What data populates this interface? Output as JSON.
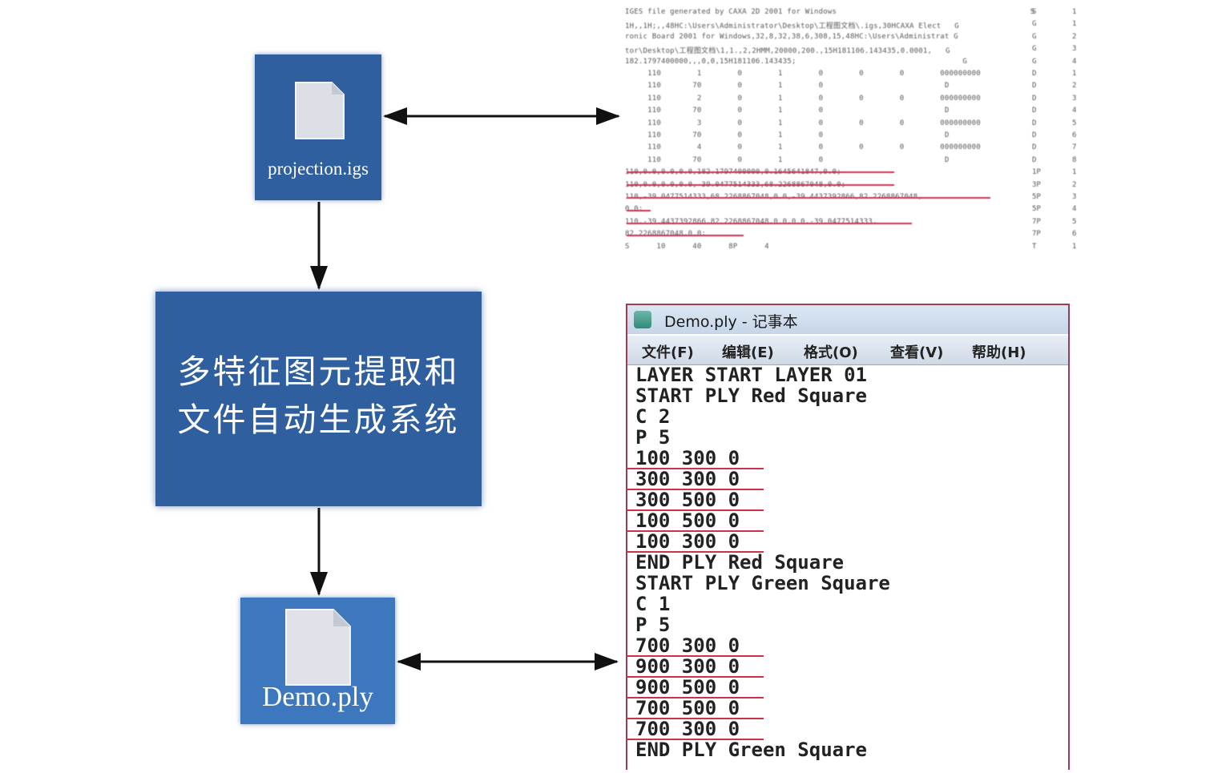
{
  "igs_file": {
    "label": "projection.igs",
    "icon": "document-icon"
  },
  "ply_file": {
    "label": "Demo.ply",
    "icon": "document-icon"
  },
  "system": {
    "title_line1": "多特征图元提取和",
    "title_line2": "文件自动生成系统"
  },
  "igs_panel": {
    "header_lines": [
      "IGES file generated by CAXA 2D 2001 for Windows                                           S",
      "1H,,1H;,,48HC:\\Users\\Administrator\\Desktop\\工程图文档\\.igs,30HCAXA Elect   G",
      "ronic Board 2001 for Windows,32,8,32,38,6,308,15,48HC:\\Users\\Administrat G",
      "tor\\Desktop\\工程图文档\\1,1.,2,2HMM,20000,200.,15H181106.143435,0.0001,   G",
      "182.1797400000,,,0,0,15H181106.143435;                                     G"
    ],
    "directory_rows": [
      "     110        1        0        1        0        0        0        000000000",
      "     110       70        0        1        0                           D",
      "     110        2        0        1        0        0        0        000000000",
      "     110       70        0        1        0                           D",
      "     110        3        0        1        0        0        0        000000000",
      "     110       70        0        1        0                           D",
      "     110        4        0        1        0        0        0        000000000",
      "     110       70        0        1        0                           D"
    ],
    "parameter_rows": [
      "110,0.0,0.0,0.0,182.1797400000,0.1645641847,0.0;",
      "110,0.0,0.0,0.0,-39.0477514333,68.2268867048,0.0;",
      "110,-39.0477514333,68.2268867048,0.0,-39.4437392866,82.2268867048,",
      "0.0;",
      "110,-39.4437392866,82.2268867048,0.0,0.0,-39.0477514333,",
      "82.2268867048,0.0;",
      "S      10      40      8P      4"
    ],
    "seq_left": [
      "S",
      "G",
      "G",
      "G",
      "G",
      "D",
      "D",
      "D",
      "D",
      "D",
      "D",
      "D",
      "D",
      "1P",
      "3P",
      "5P",
      "5P",
      "7P",
      "7P",
      "T"
    ],
    "seq_right": [
      "1",
      "1",
      "2",
      "3",
      "4",
      "1",
      "2",
      "3",
      "4",
      "5",
      "6",
      "7",
      "8",
      "1",
      "2",
      "3",
      "4",
      "5",
      "6",
      "1"
    ]
  },
  "notepad": {
    "title": "Demo.ply - 记事本",
    "menus": [
      "文件(F)",
      "编辑(E)",
      "格式(O)",
      "查看(V)",
      "帮助(H)"
    ],
    "lines": [
      "LAYER START LAYER 01",
      "START PLY Red Square",
      "C 2",
      "P 5",
      "100 300 0",
      "300 300 0",
      "300 500 0",
      "100 500 0",
      "100 300 0",
      "END PLY Red Square",
      "START PLY Green Square",
      "C 1",
      "P 5",
      "700 300 0",
      "900 300 0",
      "900 500 0",
      "700 500 0",
      "700 300 0",
      "END PLY Green Square"
    ]
  },
  "colors": {
    "box_blue": "#2f5f9e",
    "tile_blue": "#3d78be",
    "underline_red": "#c8344a"
  }
}
